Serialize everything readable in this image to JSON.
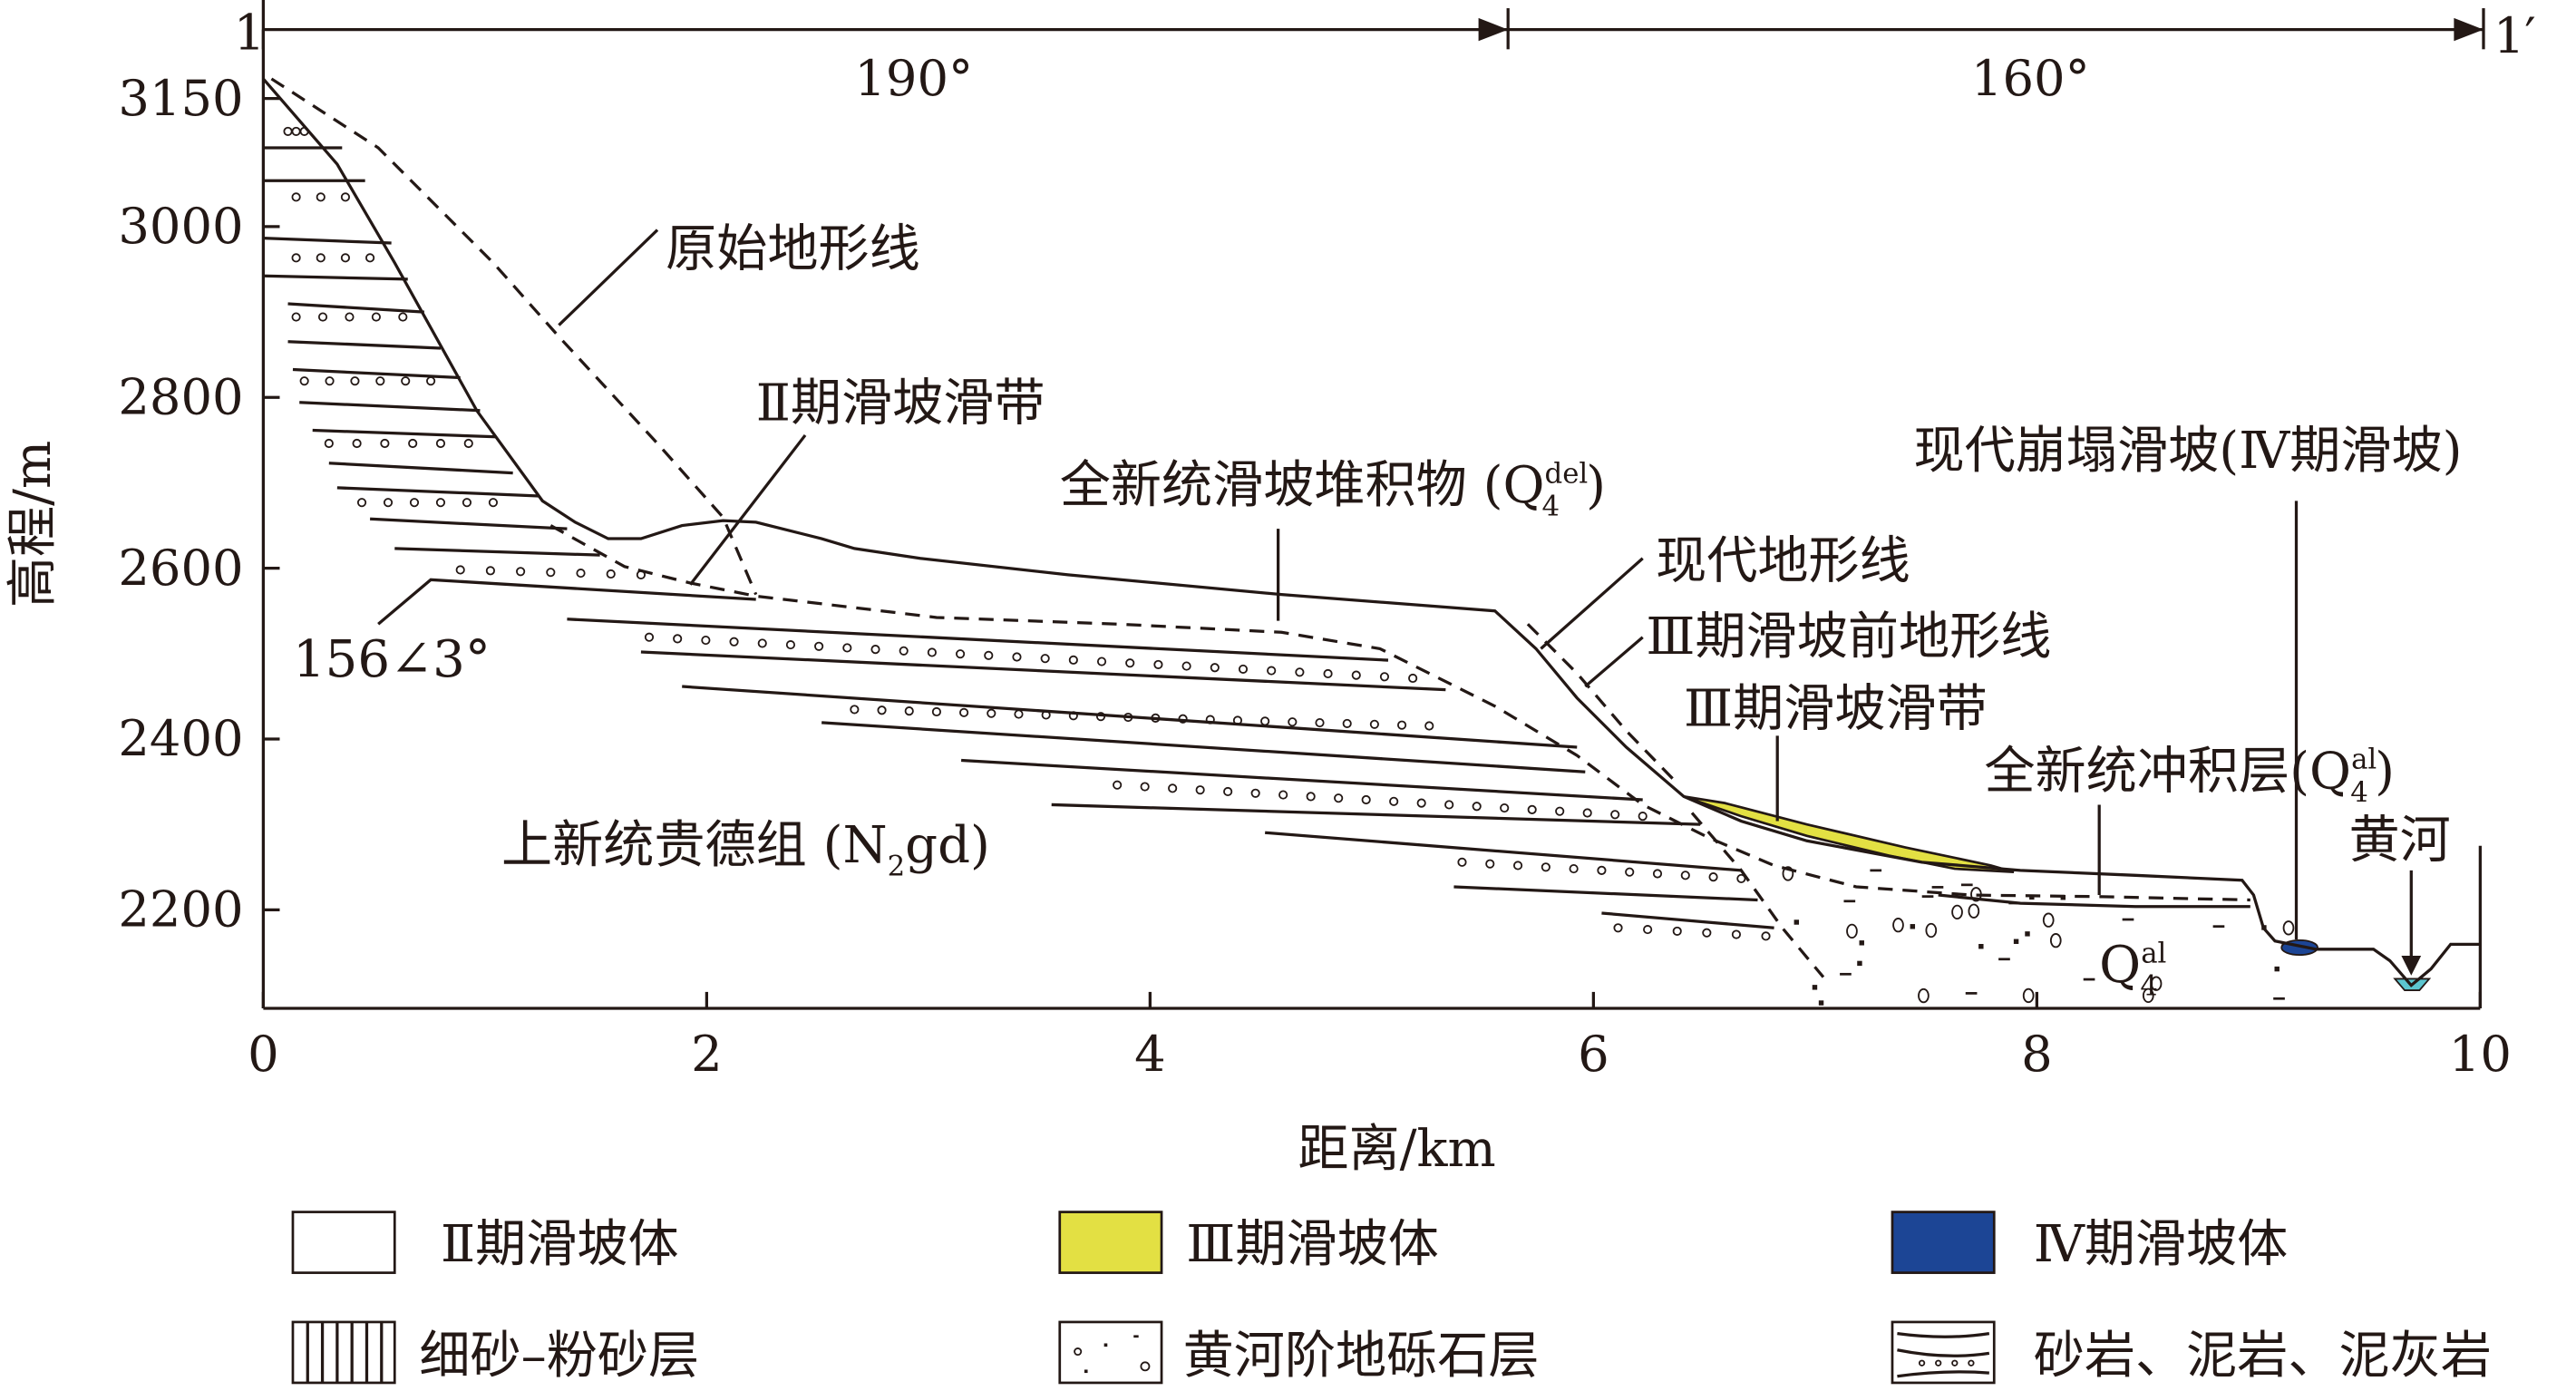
{
  "header": {
    "point_start": "1",
    "point_end": "1′",
    "azimuth_1": "190°",
    "azimuth_2": "160°"
  },
  "axes": {
    "y_label": "高程/m",
    "x_label": "距离/km",
    "y_ticks": [
      "3150",
      "3000",
      "2800",
      "2600",
      "2400",
      "2200"
    ],
    "x_ticks": [
      "0",
      "2",
      "4",
      "6",
      "8",
      "10"
    ]
  },
  "labels": {
    "original_terrain": "原始地形线",
    "slip_zone_2": "Ⅱ期滑坡滑带",
    "deposit_prefix": "全新统滑坡堆积物 (Q",
    "deposit_sup": "del",
    "deposit_sub": "4",
    "deposit_suffix": ")",
    "modern_terrain": "现代地形线",
    "pre_terrain_3": "Ⅲ期滑坡前地形线",
    "slip_zone_3": "Ⅲ期滑坡滑带",
    "collapse": "现代崩塌滑坡(Ⅳ期滑坡)",
    "alluvium_prefix": "全新统冲积层(Q",
    "alluvium_sup": "al",
    "alluvium_sub": "4",
    "alluvium_suffix": ")",
    "river": "黄河",
    "formation_prefix": "上新统贵德组 (N",
    "formation_sub": "2",
    "formation_suffix": "gd)",
    "attitude": "156∠3°",
    "q4al_main": "Q",
    "q4al_sup": "al",
    "q4al_sub": "4"
  },
  "legend": [
    {
      "label": "Ⅱ期滑坡体",
      "color": "#ffffff"
    },
    {
      "label": "Ⅲ期滑坡体",
      "color": "#e3e043"
    },
    {
      "label": "Ⅳ期滑坡体",
      "color": "#1c4595"
    },
    {
      "label": "细砂–粉砂层",
      "pattern": "vertical-lines"
    },
    {
      "label": "黄河阶地砾石层",
      "pattern": "gravel"
    },
    {
      "label": "砂岩、泥岩、泥灰岩",
      "pattern": "bedded"
    }
  ],
  "colors": {
    "slide_3": "#e3e043",
    "slide_4": "#1c4595",
    "river_water": "#5cc6d0",
    "ink": "#231815"
  }
}
